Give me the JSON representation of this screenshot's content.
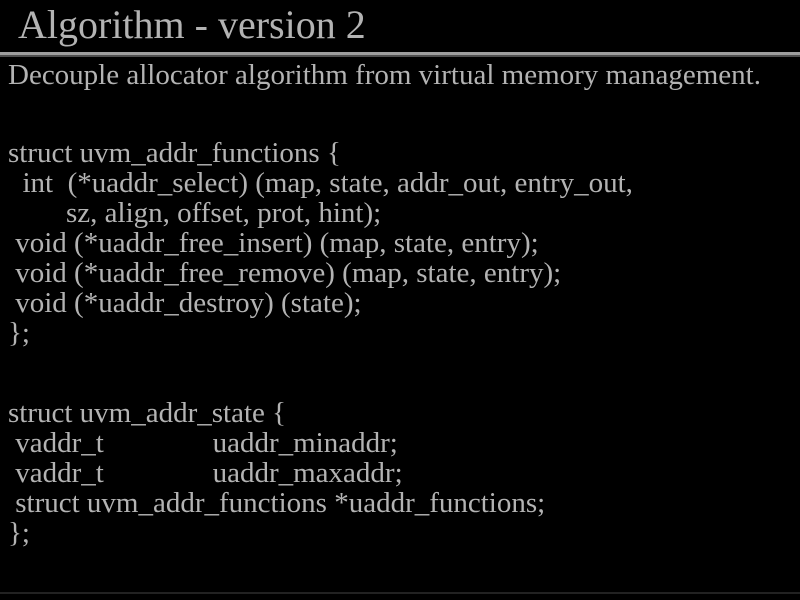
{
  "theme": {
    "background": "#000000",
    "text": "#b3b3b3",
    "rule_light": "#9e9e9e",
    "rule_dark": "#4f4f4f",
    "edge_line": "#222222"
  },
  "slide": {
    "title": "Algorithm - version 2",
    "subtitle": "Decouple allocator algorithm from virtual memory management.",
    "code_blocks": [
      {
        "lines": [
          "struct uvm_addr_functions {",
          "  int  (*uaddr_select) (map, state, addr_out, entry_out,",
          "        sz, align, offset, prot, hint);",
          " void (*uaddr_free_insert) (map, state, entry);",
          " void (*uaddr_free_remove) (map, state, entry);",
          " void (*uaddr_destroy) (state);",
          "};"
        ]
      },
      {
        "lines": [
          "struct uvm_addr_state {",
          " vaddr_t               uaddr_minaddr;",
          " vaddr_t               uaddr_maxaddr;",
          " struct uvm_addr_functions *uaddr_functions;",
          "};"
        ]
      }
    ]
  }
}
